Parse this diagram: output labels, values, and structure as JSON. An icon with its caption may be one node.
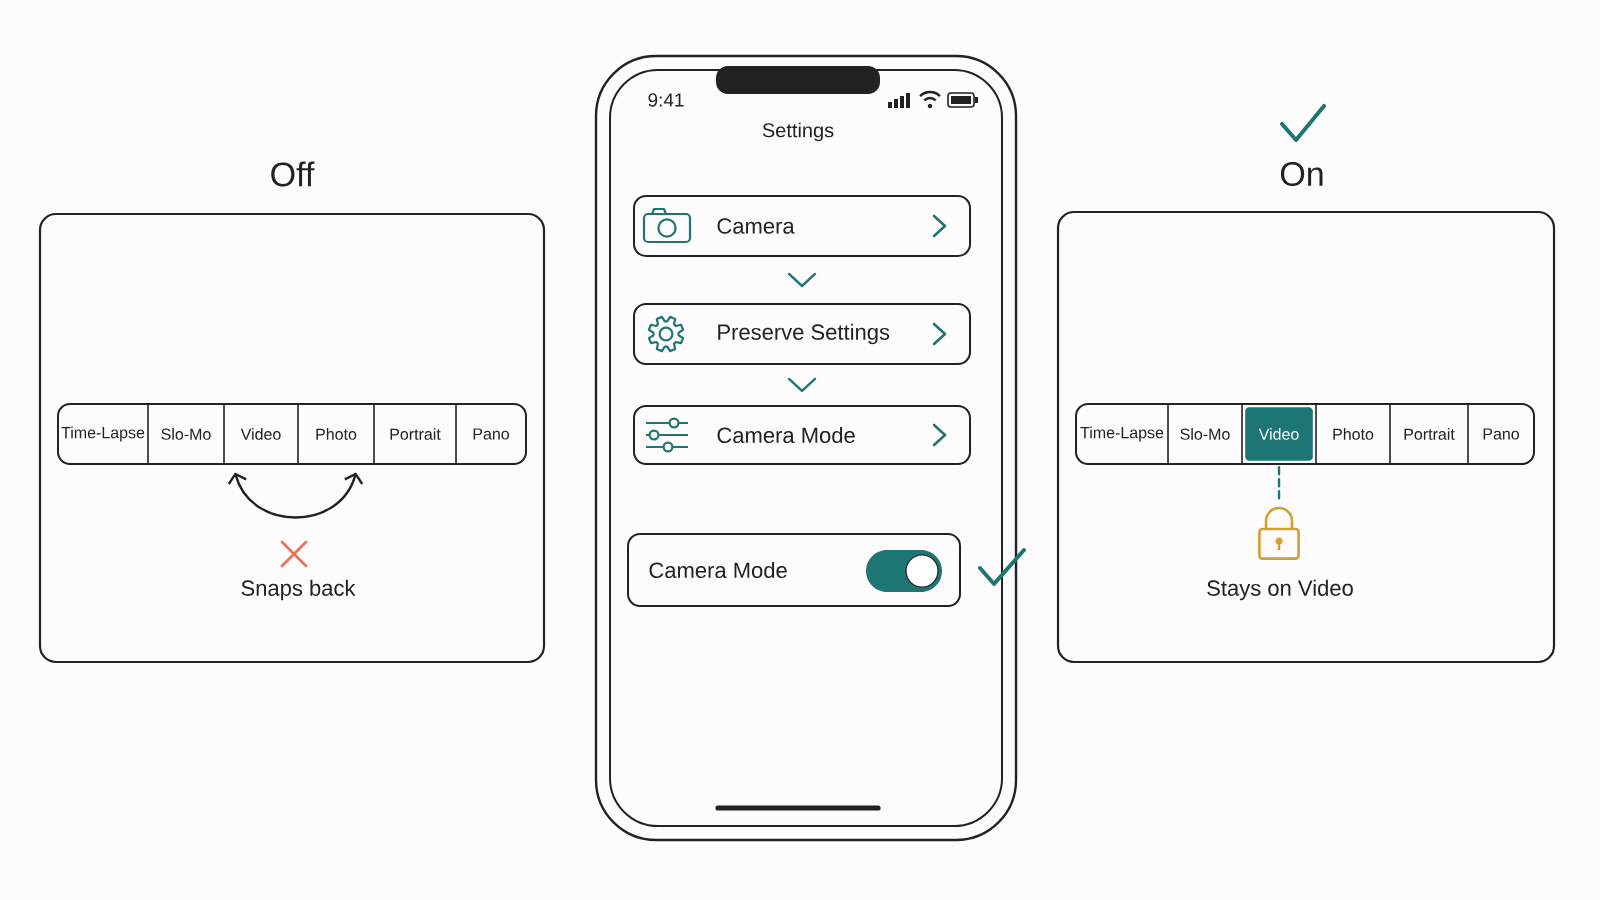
{
  "diagram": {
    "nodes": [
      {
        "text": [
          "Off"
        ]
      },
      {
        "text": [],
        "shape": "box",
        "in": 0
      },
      {
        "text": [
          "Time-Lapse"
        ],
        "in": 1
      },
      {
        "text": [
          "Slo-Mo"
        ],
        "in": 1
      },
      {
        "text": [
          "Video"
        ],
        "in": 1
      },
      {
        "text": [
          "Photo"
        ],
        "in": 1
      },
      {
        "text": [
          "Portrait"
        ],
        "in": 1
      },
      {
        "text": [
          "Pano"
        ],
        "in": 1
      },
      {
        "text": [
          "9:41",
          "Settings"
        ]
      },
      {
        "text": [
          "Camera"
        ],
        "in": 8
      },
      {
        "text": [
          "Preserve Settings"
        ],
        "in": 8
      },
      {
        "text": [
          "Camera Mode"
        ],
        "in": 8
      },
      {
        "text": [
          "Camera Mode"
        ],
        "in": 8
      },
      {
        "text": [
          "On"
        ]
      },
      {
        "text": [],
        "shape": "box",
        "in": 13
      },
      {
        "text": [
          "Time-Lapse"
        ],
        "in": 14
      },
      {
        "text": [
          "Slo-Mo"
        ],
        "in": 14
      },
      {
        "text": [
          "Video"
        ],
        "in": 14
      },
      {
        "text": [
          "Photo"
        ],
        "in": 14
      },
      {
        "text": [
          "Portrait"
        ],
        "in": 14
      },
      {
        "text": [
          "Pano"
        ],
        "in": 14
      },
      {
        "text": [],
        "shape": "picture",
        "in": 13
      }
    ],
    "edges": [
      {
        "from": 4,
        "to": 5,
        "arrow": "both",
        "color": "#222222"
      },
      {
        "from": 9,
        "to": 10,
        "arrow": "to"
      },
      {
        "from": 10,
        "to": 11,
        "arrow": "to"
      },
      {
        "from": 17,
        "to": 21,
        "arrow": "none",
        "style": "dashed"
      }
    ],
    "labels": [
      "Snaps back",
      "Stays on Video"
    ]
  }
}
